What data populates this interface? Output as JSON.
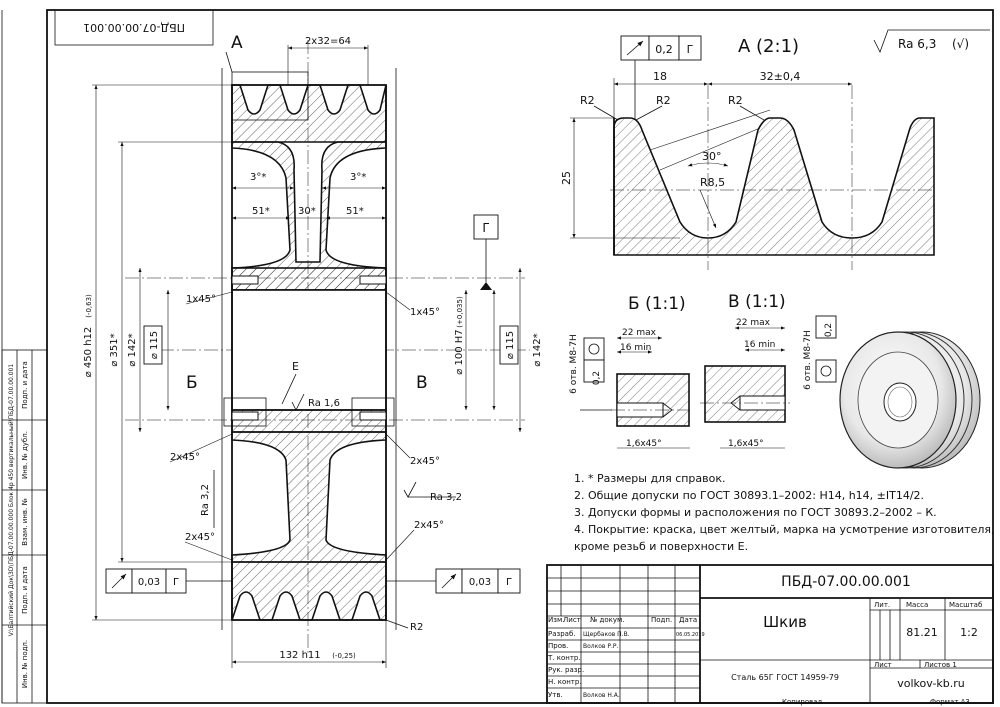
{
  "stamp_top": "ПБД-07.00.00.001",
  "side_strip": {
    "path": "V:\\Балтийский Док\\3D\\ПБД-07.00.00.000 Блок 4р 450 вертикальный\\ПБД-07.00.00.001",
    "cells": [
      "Подп. и дата",
      "Инв. № дубл.",
      "Взам. инв. №",
      "Подп. и дата",
      "Инв. № подл."
    ]
  },
  "main_view": {
    "section_label": "А",
    "groove_pitch": "2x32=64",
    "dia_outer": "⌀ 450 h12",
    "dia_outer_tol": "(-0,63)",
    "dia_351": "⌀ 351*",
    "dia_142_left": "⌀ 142*",
    "dia_115_left": "⌀ 115",
    "dia_bore": "⌀ 100 H7",
    "dia_bore_tol": "(+0,035)",
    "dia_115_right": "⌀ 115",
    "dia_142_right": "⌀ 142*",
    "angle_3_left": "3°*",
    "angle_3_right": "3°*",
    "dim_51_left": "51*",
    "dim_30": "30*",
    "dim_51_right": "51*",
    "chamfer_tl": "1x45°",
    "chamfer_tr": "1x45°",
    "chamfer_ml": "2x45°",
    "chamfer_mr": "2x45°",
    "chamfer_bl": "2x45°",
    "chamfer_br": "2x45°",
    "ra_center": "Ra 1,6",
    "ra_left": "Ra 3,2",
    "ra_right": "Ra 3,2",
    "label_e": "Е",
    "label_b": "Б",
    "label_v": "В",
    "datum": "Г",
    "runout_left_val": "0,03",
    "runout_left_datum": "Г",
    "runout_right_val": "0,03",
    "runout_right_datum": "Г",
    "radius_r2": "R2",
    "width": "132 h11",
    "width_tol": "(-0,25)"
  },
  "detail_a": {
    "title": "А (2:1)",
    "tol_val": "0,2",
    "tol_datum": "Г",
    "dim_18": "18",
    "dim_32": "32±0,4",
    "r2_a": "R2",
    "r2_b": "R2",
    "r2_c": "R2",
    "angle": "30°",
    "r85": "R8,5",
    "dim_25": "25"
  },
  "roughness": {
    "value": "Ra 6,3",
    "rest": "(√)"
  },
  "detail_b": {
    "title": "Б (1:1)",
    "thread": "6 отв. М8-7Н",
    "pos_val": "0,2",
    "max": "22 max",
    "min": "16 min",
    "chamfer": "1,6x45°"
  },
  "detail_v": {
    "title": "В (1:1)",
    "thread": "6 отв. М8-7Н",
    "pos_val": "0,2",
    "max": "22 max",
    "min": "16 min",
    "chamfer": "1,6x45°"
  },
  "notes": [
    "1.  * Размеры для справок.",
    "2. Общие допуски по ГОСТ 30893.1–2002: H14, h14, ±IT14/2.",
    "3. Допуски формы и расположения по ГОСТ 30893.2–2002 – К.",
    "4. Покрытие: краска, цвет желтый, марка на усмотрение изготовителя,",
    "    кроме резьб и поверхности Е."
  ],
  "title_block": {
    "designation": "ПБД-07.00.00.001",
    "name": "Шкив",
    "material": "Сталь 65Г ГОСТ 14959-79",
    "col_lit": "Лит.",
    "col_mass": "Масса",
    "col_scale": "Масштаб",
    "mass": "81.21",
    "scale": "1:2",
    "sheet": "Лист",
    "sheets": "Листов  1",
    "website": "volkov-kb.ru",
    "copied": "Копировал",
    "format": "Формат  А3",
    "header_cols": [
      "Изм.",
      "Лист",
      "№ докум.",
      "Подп.",
      "Дата"
    ],
    "rows": [
      {
        "role": "Разраб.",
        "name": "Щербаков П.В.",
        "date": "06.05.2019"
      },
      {
        "role": "Пров.",
        "name": "Волков Р.Р.",
        "date": ""
      },
      {
        "role": "Т. контр.",
        "name": "",
        "date": ""
      },
      {
        "role": "Рук. разр.",
        "name": "",
        "date": ""
      },
      {
        "role": "Н. контр.",
        "name": "",
        "date": ""
      },
      {
        "role": "Утв.",
        "name": "Волков Н.А.",
        "date": ""
      }
    ]
  }
}
